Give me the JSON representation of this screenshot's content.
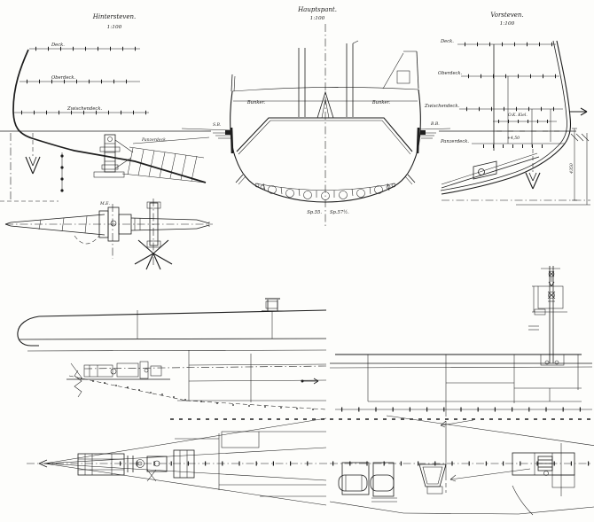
{
  "sheet": {
    "background": "#fdfdfb",
    "ink": "#1d1d1d"
  },
  "stern_section": {
    "title": "Hintersteven.",
    "scale": "1:100",
    "deck_label": "Deck.",
    "oberdeck_label": "Oberdeck.",
    "zwischendeck_label": "Zwischendeck.",
    "panzerdeck_label": "Panzerdeck.",
    "shaft_mark": "M.E."
  },
  "main_frame_section": {
    "title": "Hauptspant.",
    "scale": "1:100",
    "bunker_left": "Bunker.",
    "bunker_right": "Bunker.",
    "waterline_mark_left": "S.B.",
    "waterline_mark_right": "B.B.",
    "frame_label_left": "Sp.55.",
    "frame_label_right": "Sp.57½."
  },
  "bow_section": {
    "title": "Vorsteven.",
    "scale": "1:100",
    "deck_label": "Deck.",
    "oberdeck_label": "Oberdeck.",
    "zwischendeck_label": "Zwischendeck.",
    "kiel_label": "O.K. Kiel.",
    "waterline_mark": "+4,50",
    "panzerdeck_label": "Panzerdeck.",
    "dimension_label": "4350"
  }
}
